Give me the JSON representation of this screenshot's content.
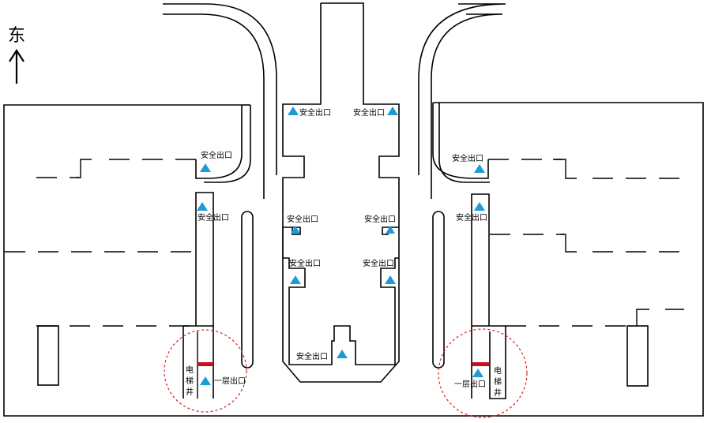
{
  "map": {
    "north_label": "东",
    "exit_label": "安全出口",
    "ground_exit_label": "一层出口",
    "elevator_label_chars": [
      "电",
      "梯",
      "井"
    ],
    "colors": {
      "exit_marker": "#1e9ad6",
      "elevator_bar": "#c4121a",
      "highlight_ring": "#d81e1e",
      "lines": "#000000"
    },
    "markers": [
      {
        "name": "exit-top-left"
      },
      {
        "name": "exit-top-right"
      },
      {
        "name": "exit-left-curve"
      },
      {
        "name": "exit-left-corridor"
      },
      {
        "name": "exit-right-curve"
      },
      {
        "name": "exit-right-corridor"
      },
      {
        "name": "exit-center-upper-left"
      },
      {
        "name": "exit-center-upper-right"
      },
      {
        "name": "exit-center-middle-left"
      },
      {
        "name": "exit-center-middle-right"
      },
      {
        "name": "exit-center-bottom"
      }
    ]
  }
}
